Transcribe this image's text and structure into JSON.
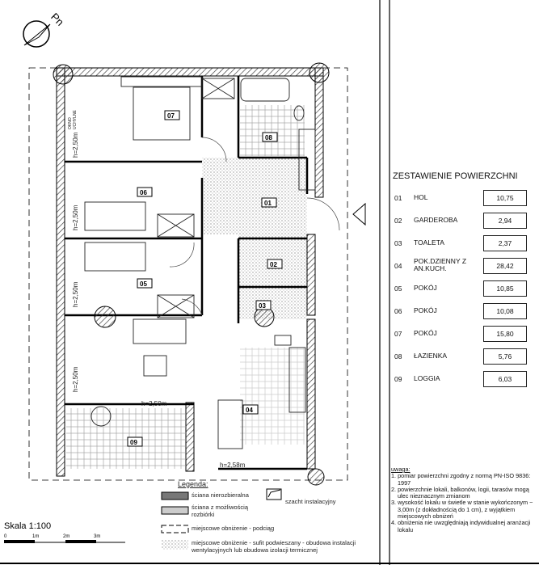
{
  "compass": {
    "label": "Pn"
  },
  "plan": {
    "rooms": [
      {
        "num": "07"
      },
      {
        "num": "08"
      },
      {
        "num": "06"
      },
      {
        "num": "01"
      },
      {
        "num": "02"
      },
      {
        "num": "03"
      },
      {
        "num": "05"
      },
      {
        "num": "04"
      },
      {
        "num": "09"
      }
    ],
    "window_label": [
      "OKNO",
      "UCHYLNE"
    ],
    "height_labels": [
      "h=2,50m",
      "h=2,50m",
      "h=2,50m",
      "h=2,50m",
      "h=2,50m",
      "h=2,58m"
    ]
  },
  "summary": {
    "title": "ZESTAWIENIE POWIERZCHNI",
    "rows": [
      {
        "num": "01",
        "name": "HOL",
        "area": "10,75"
      },
      {
        "num": "02",
        "name": "GARDEROBA",
        "area": "2,94"
      },
      {
        "num": "03",
        "name": "TOALETA",
        "area": "2,37"
      },
      {
        "num": "04",
        "name": "POK.DZIENNY Z AN.KUCH.",
        "area": "28,42"
      },
      {
        "num": "05",
        "name": "POKÓJ",
        "area": "10,85"
      },
      {
        "num": "06",
        "name": "POKÓJ",
        "area": "10,08"
      },
      {
        "num": "07",
        "name": "POKÓJ",
        "area": "15,80"
      },
      {
        "num": "08",
        "name": "ŁAZIENKA",
        "area": "5,76"
      },
      {
        "num": "09",
        "name": "LOGGIA",
        "area": "6,03"
      }
    ]
  },
  "notes": {
    "heading": "uwaga:",
    "items": [
      "1. pomiar powierzchni zgodny z normą PN-ISO 9836: 1997",
      "2. powierzchnie lokali, balkonów, logii, tarasów mogą ulec nieznacznym zmianom",
      "3. wysokość lokalu w świetle w stanie wykończonym ~ 3,00m (z dokładnością do 1 cm), z wyjątkiem miejscowych obniżeń",
      "4. obniżenia nie uwzględniają indywidualnej aranżacji lokalu"
    ]
  },
  "legend": {
    "title": "Legenda:",
    "items": [
      "ściana nierozbieralna",
      "ściana z możliwością rozbiórki",
      "miejscowe obniżenie - podciąg",
      "miejscowe obniżenie - sufit podwieszany - obudowa instalacji wentylacyjnych lub obudowa izolacji termicznej",
      "szacht instalacyjny"
    ]
  },
  "scale": {
    "title": "Skala 1:100",
    "ticks": [
      "0",
      "1m",
      "2m",
      "3m"
    ]
  }
}
